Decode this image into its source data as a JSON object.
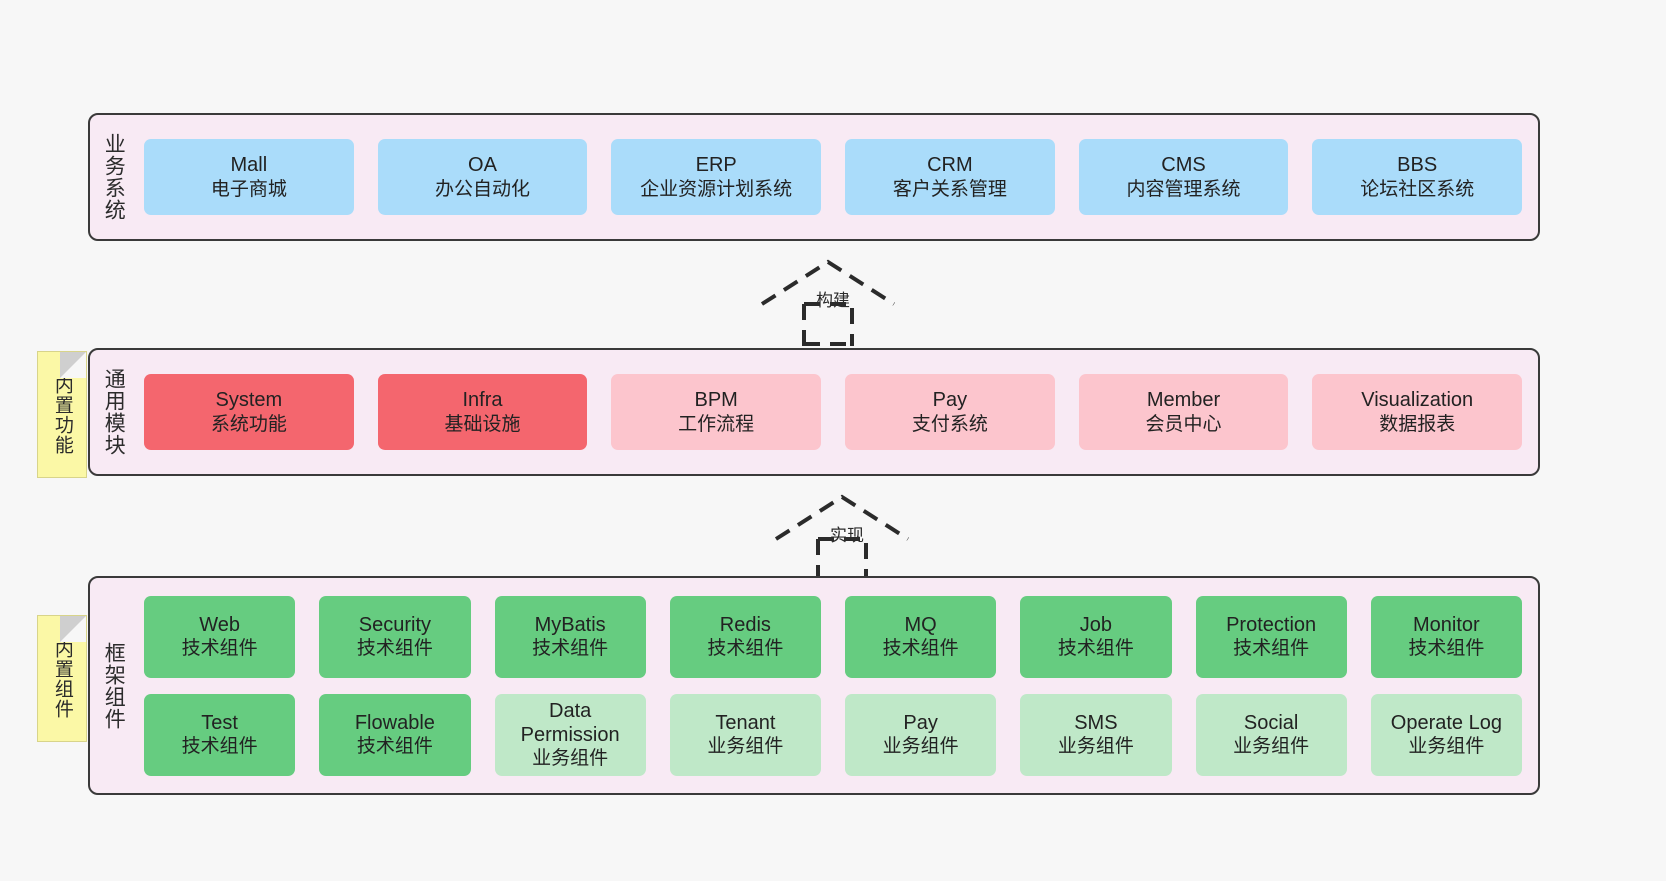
{
  "diagram": {
    "background": "#f7f7f7",
    "panel_fill": "#f8eaf4",
    "panel_stroke": "#3a3a3a",
    "sticky_fill": "#fbf8a6"
  },
  "layers": [
    {
      "id": "business",
      "title": "业务系统",
      "rows": [
        {
          "cards": [
            {
              "en": "Mall",
              "cn": "电子商城",
              "color": "#aadcfa"
            },
            {
              "en": "OA",
              "cn": "办公自动化",
              "color": "#aadcfa"
            },
            {
              "en": "ERP",
              "cn": "企业资源计划系统",
              "color": "#aadcfa"
            },
            {
              "en": "CRM",
              "cn": "客户关系管理",
              "color": "#aadcfa"
            },
            {
              "en": "CMS",
              "cn": "内容管理系统",
              "color": "#aadcfa"
            },
            {
              "en": "BBS",
              "cn": "论坛社区系统",
              "color": "#aadcfa"
            }
          ]
        }
      ]
    },
    {
      "id": "common",
      "title": "通用模块",
      "sticky": "内置功能",
      "rows": [
        {
          "cards": [
            {
              "en": "System",
              "cn": "系统功能",
              "color": "#f4666e"
            },
            {
              "en": "Infra",
              "cn": "基础设施",
              "color": "#f4666e"
            },
            {
              "en": "BPM",
              "cn": "工作流程",
              "color": "#fcc5cd"
            },
            {
              "en": "Pay",
              "cn": "支付系统",
              "color": "#fcc5cd"
            },
            {
              "en": "Member",
              "cn": "会员中心",
              "color": "#fcc5cd"
            },
            {
              "en": "Visualization",
              "cn": "数据报表",
              "color": "#fcc5cd"
            }
          ]
        }
      ]
    },
    {
      "id": "frame",
      "title": "框架组件",
      "sticky": "内置组件",
      "rows": [
        {
          "cards": [
            {
              "en": "Web",
              "cn": "技术组件",
              "color": "#66cc80"
            },
            {
              "en": "Security",
              "cn": "技术组件",
              "color": "#66cc80"
            },
            {
              "en": "MyBatis",
              "cn": "技术组件",
              "color": "#66cc80"
            },
            {
              "en": "Redis",
              "cn": "技术组件",
              "color": "#66cc80"
            },
            {
              "en": "MQ",
              "cn": "技术组件",
              "color": "#66cc80"
            },
            {
              "en": "Job",
              "cn": "技术组件",
              "color": "#66cc80"
            },
            {
              "en": "Protection",
              "cn": "技术组件",
              "color": "#66cc80"
            },
            {
              "en": "Monitor",
              "cn": "技术组件",
              "color": "#66cc80"
            }
          ]
        },
        {
          "cards": [
            {
              "en": "Test",
              "cn": "技术组件",
              "color": "#66cc80"
            },
            {
              "en": "Flowable",
              "cn": "技术组件",
              "color": "#66cc80"
            },
            {
              "en": "Data Permission",
              "cn": "业务组件",
              "color": "#bfe8c8"
            },
            {
              "en": "Tenant",
              "cn": "业务组件",
              "color": "#bfe8c8"
            },
            {
              "en": "Pay",
              "cn": "业务组件",
              "color": "#bfe8c8"
            },
            {
              "en": "SMS",
              "cn": "业务组件",
              "color": "#bfe8c8"
            },
            {
              "en": "Social",
              "cn": "业务组件",
              "color": "#bfe8c8"
            },
            {
              "en": "Operate Log",
              "cn": "业务组件",
              "color": "#bfe8c8"
            }
          ]
        }
      ]
    }
  ],
  "connectors": [
    {
      "id": "build",
      "label": "构建",
      "style": "dashed-hollow-triangle-up"
    },
    {
      "id": "impl",
      "label": "实现",
      "style": "dashed-hollow-triangle-up"
    }
  ]
}
